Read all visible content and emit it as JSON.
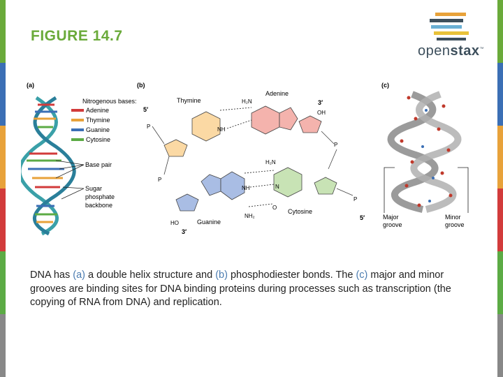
{
  "slide": {
    "title": "FIGURE 14.7",
    "logo_text_a": "open",
    "logo_text_b": "stax",
    "logo_tm": "™"
  },
  "figure": {
    "panel_a": {
      "label": "(a)",
      "legend_title": "Nitrogenous bases:",
      "legend": [
        {
          "name": "Adenine",
          "color": "#d23b3b"
        },
        {
          "name": "Thymine",
          "color": "#e8a23a"
        },
        {
          "name": "Guanine",
          "color": "#3b6fb5"
        },
        {
          "name": "Cytosine",
          "color": "#5cab45"
        }
      ],
      "base_pair_label": "Base pair",
      "backbone_label_1": "Sugar",
      "backbone_label_2": "phosphate",
      "backbone_label_3": "backbone"
    },
    "panel_b": {
      "label": "(b)",
      "thymine": "Thymine",
      "adenine": "Adenine",
      "guanine": "Guanine",
      "cytosine": "Cytosine",
      "five_prime_top": "5′",
      "three_prime_top": "3′",
      "three_prime_bottom": "3′",
      "five_prime_bottom": "5′",
      "oh_top": "OH",
      "ho_bottom": "HO",
      "h2n_top": "H₂N",
      "h2n_mid": "H₂N",
      "nh2_bottom": "NH₂",
      "nh_1": "NH",
      "nh_2": "NH",
      "n_label": "N",
      "o_label": "O",
      "p_label": "P"
    },
    "panel_c": {
      "label": "(c)",
      "major_1": "Major",
      "major_2": "groove",
      "minor_1": "Minor",
      "minor_2": "groove"
    }
  },
  "caption": {
    "t1": "DNA has ",
    "h1": "(a)",
    "t2": " a double helix structure and ",
    "h2": "(b)",
    "t3": " phosphodiester bonds. The ",
    "h3": "(c)",
    "t4": " major and minor grooves are binding sites for DNA binding proteins during processes such as transcription (the copying of RNA from DNA) and replication."
  },
  "colors": {
    "title": "#6aaa3a",
    "caption_highlight": "#4a7bb0",
    "edge_colors": [
      "#6aaa3a",
      "#3b6fb5",
      "#e8a23a",
      "#d23b3b",
      "#5cab45",
      "#888888"
    ]
  }
}
